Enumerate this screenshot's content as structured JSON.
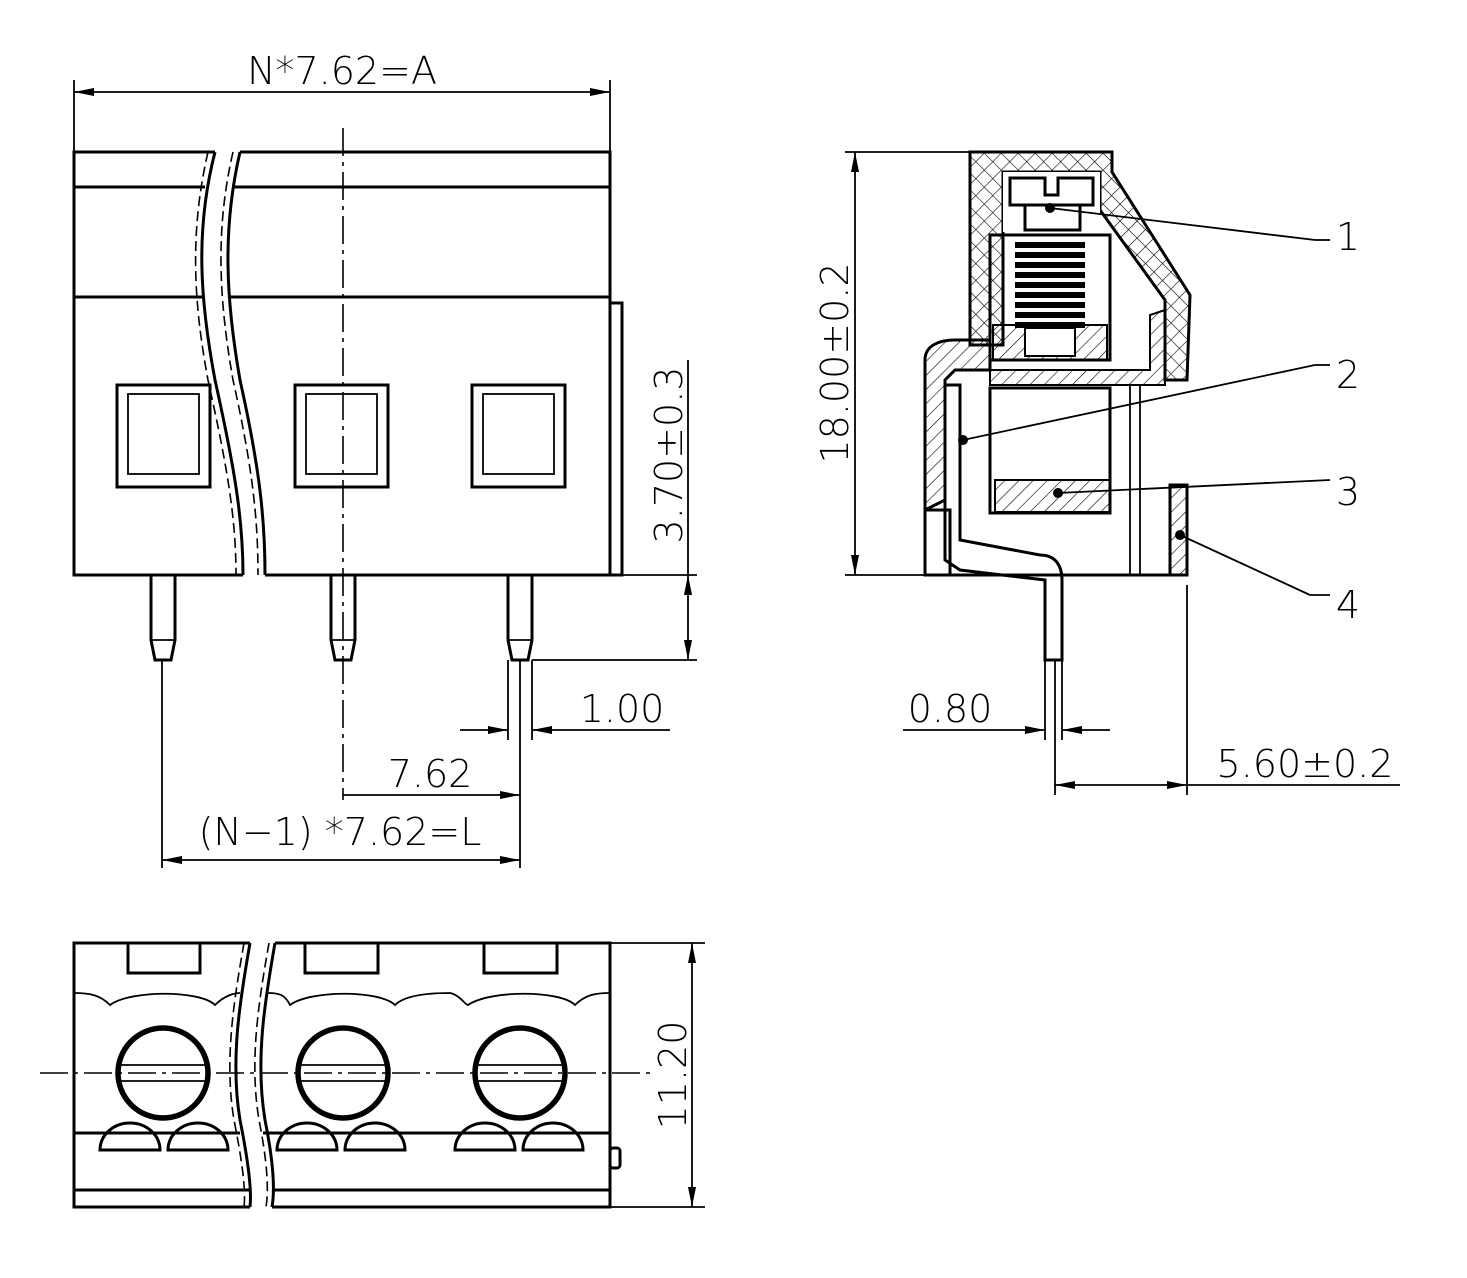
{
  "drawing": {
    "front_view": {
      "width_dim": "N*7.62=A",
      "pin_length_dim": "3.70±0.3",
      "pin_width_dim": "1.00",
      "pitch_dim": "7.62",
      "length_dim": "(N−1) *7.62=L"
    },
    "side_view": {
      "height_dim": "18.00±0.2",
      "pin_thickness_dim": "0.80",
      "pin_offset_dim": "5.60±0.2",
      "callouts": [
        "1",
        "2",
        "3",
        "4"
      ]
    },
    "bottom_view": {
      "depth_dim": "11.20"
    }
  }
}
